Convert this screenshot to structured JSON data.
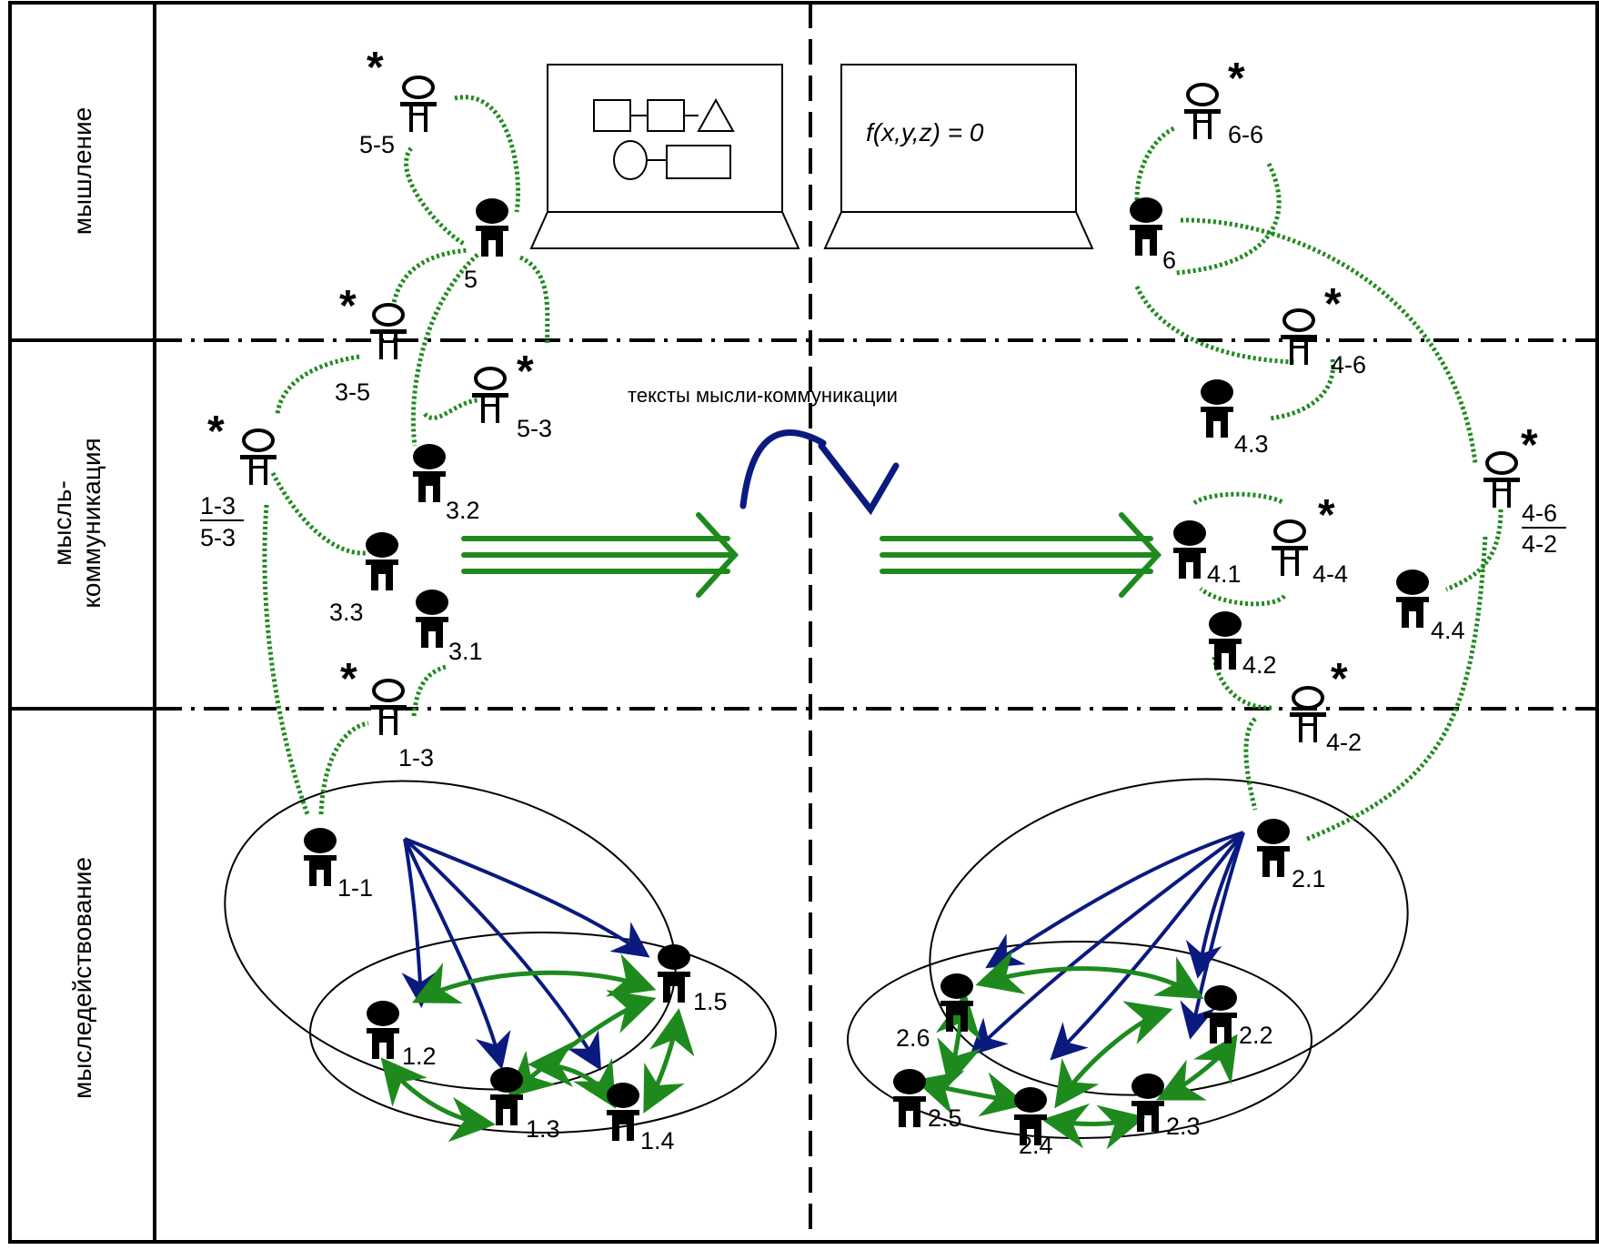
{
  "rows": [
    {
      "id": "row-thinking",
      "label": "мышление",
      "lines": [
        "мышление"
      ]
    },
    {
      "id": "row-mental-communication",
      "label": "мысль-коммуникация",
      "lines": [
        "мысль-",
        "коммуникация"
      ]
    },
    {
      "id": "row-mental-action",
      "label": "мыследействование",
      "lines": [
        "мыследействование"
      ]
    }
  ],
  "boards": {
    "left": {
      "content": "schema-icon"
    },
    "right": {
      "formula": "f(x,y,z) = 0"
    }
  },
  "center_caption": "тексты мысли-коммуникации",
  "labels": {
    "l_5_5": "5-5",
    "l_5": "5",
    "l_3_5": "3-5",
    "l_5_3": "5-3",
    "l_frac_num": "1-3",
    "l_frac_den": "5-3",
    "l_3_2": "3.2",
    "l_3_3": "3.3",
    "l_3_1": "3.1",
    "l_1_3": "1-3",
    "l_1_1": "1-1",
    "l_1_2": "1.2",
    "l_1_3b": "1.3",
    "l_1_4": "1.4",
    "l_1_5": "1.5",
    "l_6_6": "6-6",
    "l_6": "6",
    "l_4_6": "4-6",
    "l_4_3": "4.3",
    "l_4_1": "4.1",
    "l_4_4": "4-4",
    "l_4_4b": "4.4",
    "l_4_2": "4.2",
    "l_4_2b": "4-2",
    "l_frac2_num": "4-6",
    "l_frac2_den": "4-2",
    "l_2_1": "2.1",
    "l_2_2": "2.2",
    "l_2_3": "2.3",
    "l_2_4": "2.4",
    "l_2_5": "2.5",
    "l_2_6": "2.6"
  },
  "colors": {
    "green": "#1e8a1e",
    "blue": "#0a1a7e",
    "line": "#000000"
  }
}
